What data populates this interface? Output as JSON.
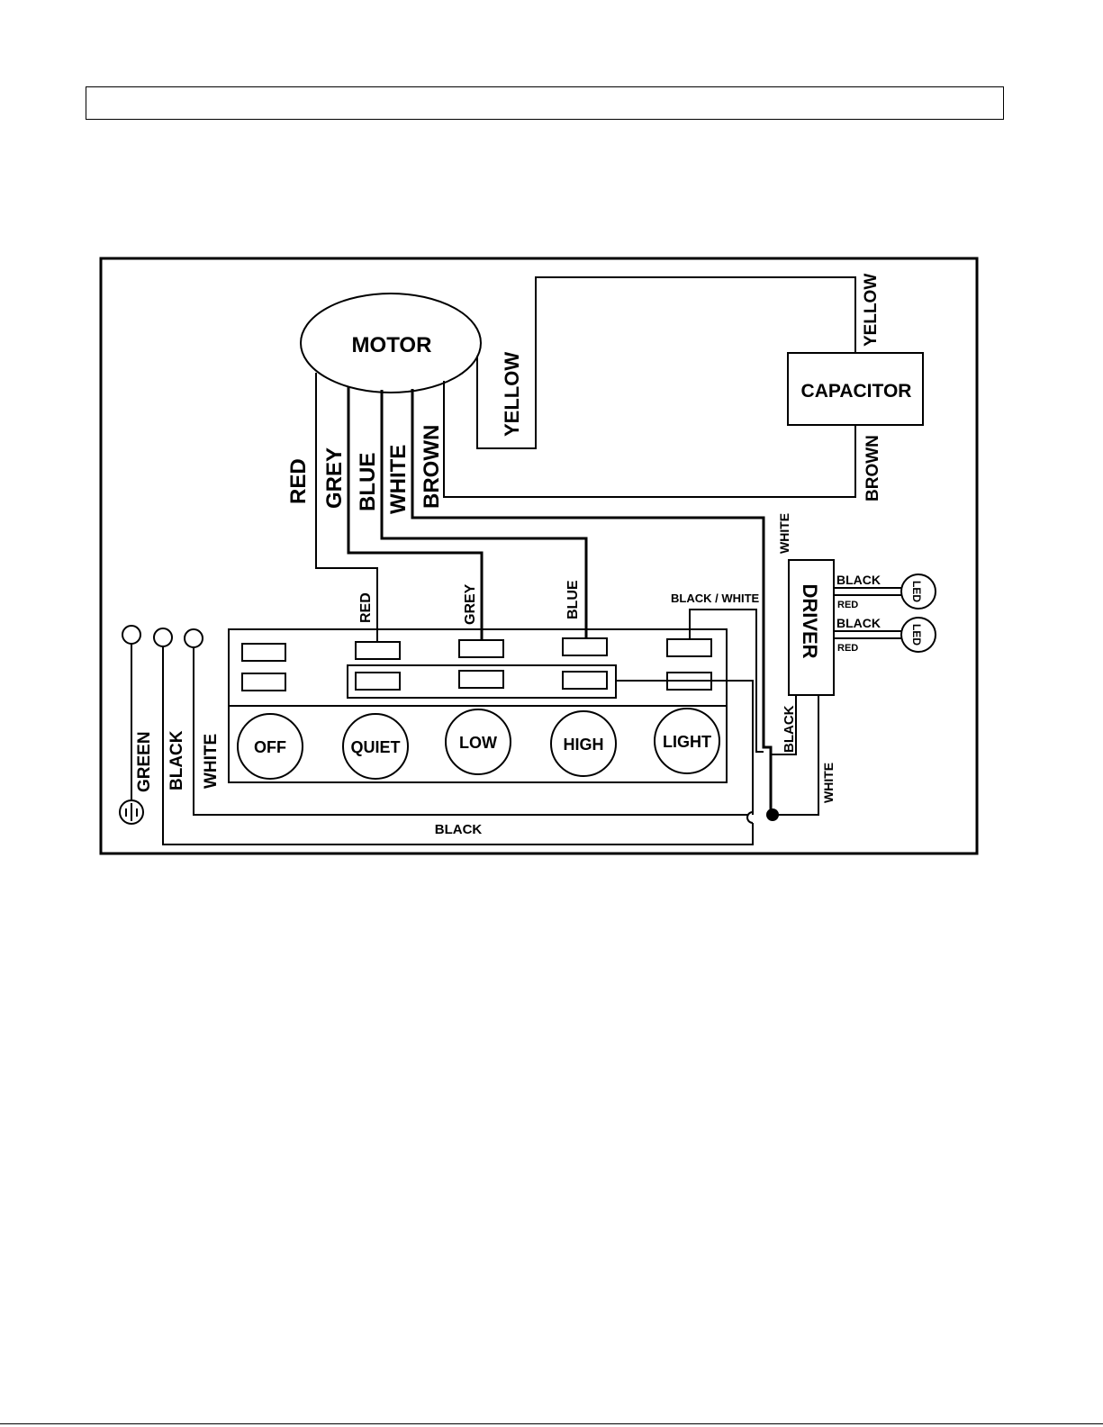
{
  "components": {
    "motor": "MOTOR",
    "capacitor": "CAPACITOR",
    "driver": "DRIVER",
    "led_1": "LED",
    "led_2": "LED"
  },
  "buttons": {
    "off": "OFF",
    "quiet": "QUIET",
    "low": "LOW",
    "high": "HIGH",
    "light": "LIGHT"
  },
  "wires": {
    "motor_red": "RED",
    "motor_grey": "GREY",
    "motor_blue": "BLUE",
    "motor_white": "WHITE",
    "motor_brown": "BROWN",
    "motor_yellow": "YELLOW",
    "cap_yellow": "YELLOW",
    "cap_brown": "BROWN",
    "sw_red": "RED",
    "sw_grey": "GREY",
    "sw_blue": "BLUE",
    "black_white": "BLACK / WHITE",
    "driver_white_in": "WHITE",
    "driver_black": "BLACK",
    "driver_white_out": "WHITE",
    "led1_black": "BLACK",
    "led1_red": "RED",
    "led2_black": "BLACK",
    "led2_red": "RED",
    "supply_green": "GREEN",
    "supply_black": "BLACK",
    "supply_white": "WHITE",
    "bottom_black": "BLACK"
  },
  "colors": {
    "line": "#000000",
    "background": "#ffffff"
  }
}
